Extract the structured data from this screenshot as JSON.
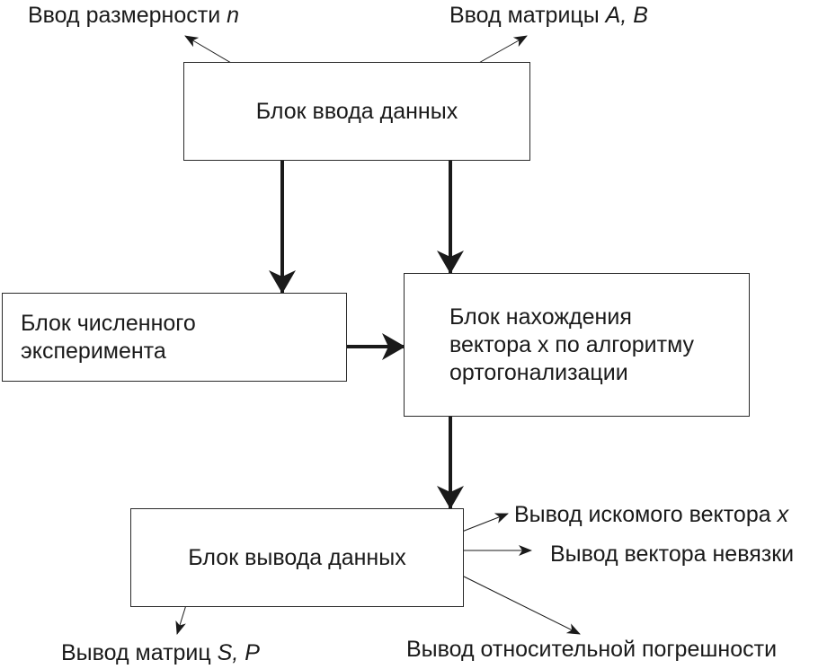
{
  "blocks": {
    "input": "Блок ввода данных",
    "experiment": "Блок численного\nэксперимента",
    "solver": "Блок нахождения\nвектора x по алгоритму\nортогонализации",
    "output": "Блок вывода данных"
  },
  "labels": {
    "input_n": {
      "text": "Ввод размерности ",
      "var": "n"
    },
    "input_ab": {
      "text": "Ввод матрицы ",
      "var": "A, B"
    },
    "output_x": {
      "text": "Вывод искомого вектора ",
      "var": "x"
    },
    "output_residual": {
      "text": "Вывод вектора невязки"
    },
    "output_sp": {
      "text": "Вывод матриц ",
      "var": "S, P"
    },
    "output_error": {
      "text": "Вывод относительной погрешности"
    }
  },
  "colors": {
    "line": "#1a1a1a",
    "box_border": "#2a2a2a",
    "background": "#ffffff"
  }
}
